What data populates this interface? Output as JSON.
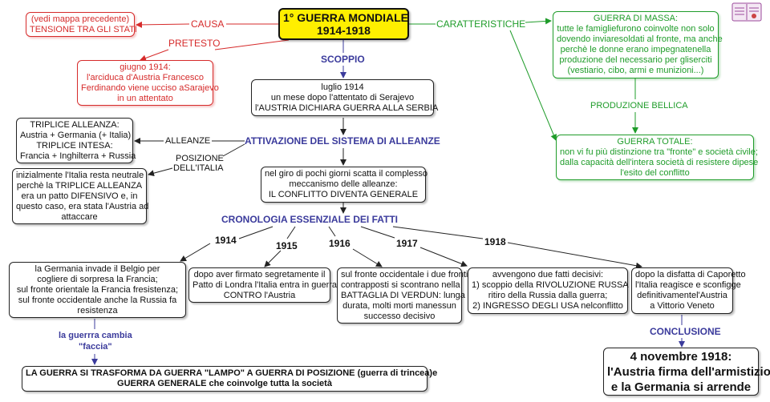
{
  "title": {
    "line1": "1° GUERRA MONDIALE",
    "line2": "1914-1918"
  },
  "links": {
    "causa": "CAUSA",
    "pretesto": "PRETESTO",
    "caratteristiche": "CARATTERISTICHE",
    "scoppio": "SCOPPIO",
    "produzione": "PRODUZIONE BELLICA",
    "alleanze": "ALLEANZE",
    "posizione1": "POSIZIONE",
    "posizione2": "DELL'ITALIA",
    "attivazione": "ATTIVAZIONE DEL SISTEMA DI ALLEANZE",
    "cronologia": "CRONOLOGIA ESSENZIALE DEI FATTI",
    "y1914": "1914",
    "y1915": "1915",
    "y1916": "1916",
    "y1917": "1917",
    "y1918": "1918",
    "cambia1": "la guerrra cambia",
    "cambia2": "\"faccia\"",
    "conclusione": "CONCLUSIONE"
  },
  "boxes": {
    "causa": [
      "(vedi mappa precedente)",
      "TENSIONE TRA GLI STATI"
    ],
    "pretesto": [
      "giugno 1914:",
      "l'arciduca d'Austria Francesco",
      "Ferdinando viene ucciso aSarajevo",
      "in un attentato"
    ],
    "massa": [
      "GUERRA DI MASSA:",
      "tutte le famigliefurono coinvolte non solo",
      "dovendo inviaresoldati al fronte, ma anche",
      "perchè le donne erano impegnatenella",
      "produzione del necessario per gliserciti",
      "(vestiario, cibo, armi e munizioni...)"
    ],
    "totale": [
      "GUERRA TOTALE:",
      "non vi fu più distinzione tra \"fronte\" e società civile;",
      "dalla capacità dell'intera società di resistere dipese",
      "l'esito del conflitto"
    ],
    "luglio": [
      "luglio 1914",
      "un mese dopo l'attentato di Serajevo",
      "l'AUSTRIA DICHIARA GUERRA ALLA SERBIA"
    ],
    "alleanze": [
      "TRIPLICE ALLEANZA:",
      "Austria + Germania (+ Italia)",
      "TRIPLICE INTESA:",
      "Francia + Inghilterra + Russia"
    ],
    "italia": [
      "inizialmente l'Italia resta neutrale",
      "perchè la TRIPLICE ALLEANZA",
      "era un patto DIFENSIVO e, in",
      "questo caso, era stata l'Austria ad",
      "attaccare"
    ],
    "conflitto": [
      "nel giro di pochi giorni scatta il complesso",
      "meccanismo delle alleanze:",
      "IL CONFLITTO DIVENTA GENERALE"
    ],
    "e1914": [
      "la Germania invade il Belgio per",
      "cogliere di sorpresa la Francia;",
      "sul fronte orientale la Francia fresistenza;",
      "sul fronte occidentale anche la Russia fa",
      "resistenza"
    ],
    "e1915": [
      "dopo aver firmato segretamente il",
      "Patto di Londra l'Italia entra in guerra",
      "CONTRO l'Austria"
    ],
    "e1916": [
      "sul fronte occidentale i due fronti",
      "contrapposti si scontrano nella",
      "BATTAGLIA DI VERDUN: lunga",
      "durata, molti morti manessun",
      "successo decisivo"
    ],
    "e1917": [
      "avvengono due fatti decisivi:",
      "1) scoppio della RIVOLUZIONE RUSSA",
      "ritiro della Russia dalla guerra;",
      "2) INGRESSO DEGLI USA nelconflitto"
    ],
    "e1918": [
      "dopo la disfatta di Caporetto",
      "l'Italia reagisce e sconfigge",
      "definitivamentel'Austria",
      "a Vittorio Veneto"
    ],
    "trincea": [
      "LA GUERRA SI TRASFORMA DA GUERRA \"LAMPO\" A GUERRA DI POSIZIONE (guerra di trincea)e",
      "GUERRA GENERALE che coinvolge tutta la società"
    ],
    "armistizio": [
      "4 novembre 1918:",
      "l'Austria firma dell'armistizio",
      "e la Germania si arrende"
    ]
  },
  "colors": {
    "red": "#d62b2b",
    "green": "#1f9c2a",
    "blue": "#3b3b9c",
    "yellow": "#ffef00"
  },
  "icons": {
    "corner": "book-icon"
  }
}
